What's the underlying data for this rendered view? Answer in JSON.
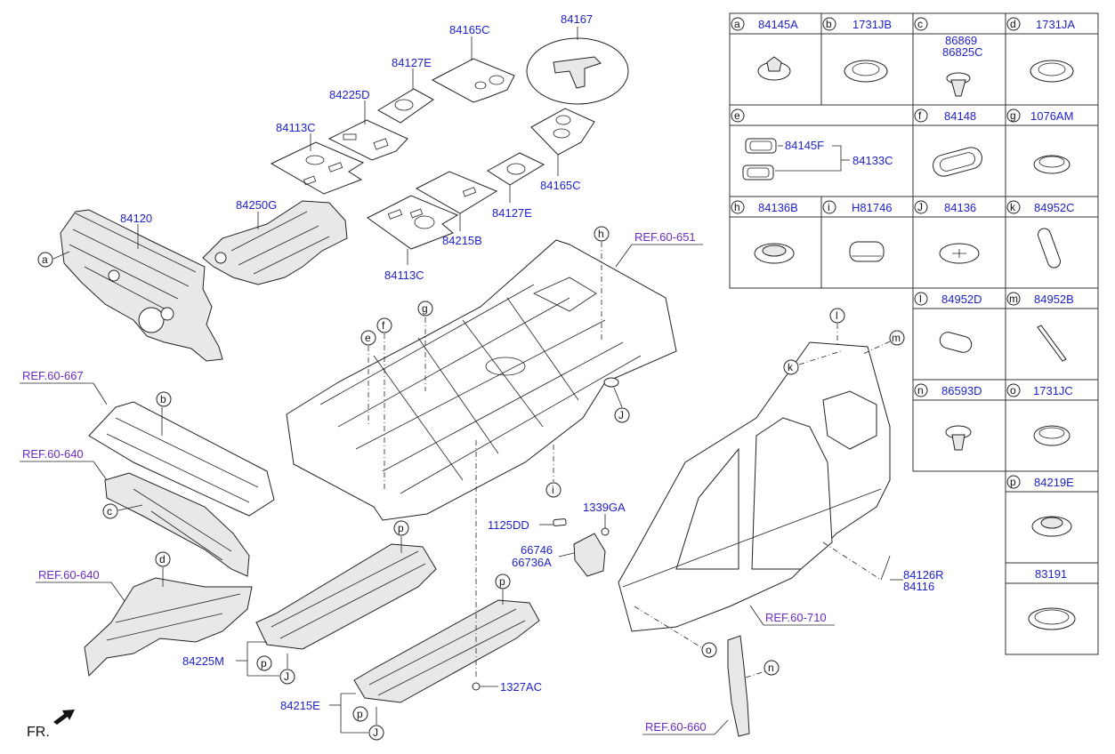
{
  "callouts": {
    "p84167": "84167",
    "p84165C_top": "84165C",
    "p84127E_top": "84127E",
    "p84225D": "84225D",
    "p84113C_top": "84113C",
    "p84165C_mid": "84165C",
    "p84127E_mid": "84127E",
    "p84215B": "84215B",
    "p84113C_bot": "84113C",
    "p84120": "84120",
    "p84250G": "84250G",
    "p1125DD": "1125DD",
    "p1339GA": "1339GA",
    "p66746": "66746",
    "p66736A": "66736A",
    "p84225M": "84225M",
    "p84215E": "84215E",
    "p1327AC": "1327AC",
    "p84126R": "84126R",
    "p84116": "84116",
    "fr": "FR."
  },
  "references": {
    "ref651": "REF.60-651",
    "ref667": "REF.60-667",
    "ref640a": "REF.60-640",
    "ref640b": "REF.60-640",
    "ref710": "REF.60-710",
    "ref660": "REF.60-660"
  },
  "letters": {
    "a": "a",
    "b": "b",
    "c": "c",
    "d": "d",
    "e": "e",
    "f": "f",
    "g": "g",
    "h": "h",
    "i": "i",
    "j": "J",
    "k": "k",
    "l": "l",
    "m": "m",
    "n": "n",
    "o": "o",
    "p1": "p",
    "p2": "p",
    "p3": "p",
    "p4": "p",
    "j2": "J",
    "j3": "J"
  },
  "legend": {
    "cells": [
      {
        "letter": "a",
        "part": "84145A"
      },
      {
        "letter": "b",
        "part": "1731JB"
      },
      {
        "letter": "c",
        "part": "86869",
        "part2": "86825C"
      },
      {
        "letter": "d",
        "part": "1731JA"
      },
      {
        "letter": "e",
        "part": "84145F",
        "part2": "84133C"
      },
      {
        "letter": "f",
        "part": "84148"
      },
      {
        "letter": "g",
        "part": "1076AM"
      },
      {
        "letter": "h",
        "part": "84136B"
      },
      {
        "letter": "i",
        "part": "H81746"
      },
      {
        "letter": "J",
        "part": "84136"
      },
      {
        "letter": "k",
        "part": "84952C"
      },
      {
        "letter": "l",
        "part": "84952D"
      },
      {
        "letter": "m",
        "part": "84952B"
      },
      {
        "letter": "n",
        "part": "86593D"
      },
      {
        "letter": "o",
        "part": "1731JC"
      },
      {
        "letter": "p",
        "part": "84219E"
      },
      {
        "letter": "",
        "part": "83191"
      }
    ]
  }
}
